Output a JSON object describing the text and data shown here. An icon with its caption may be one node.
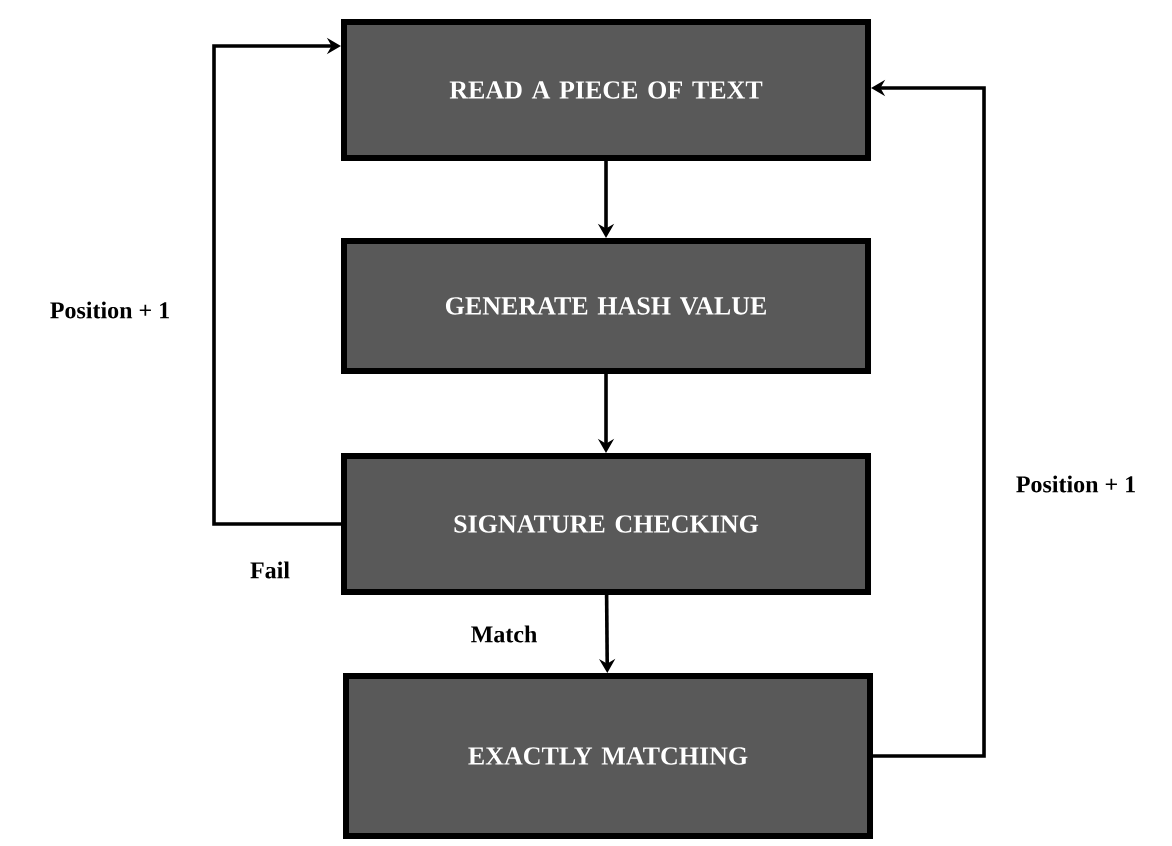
{
  "diagram": {
    "nodes": [
      {
        "text": [
          "READ A PIECE OF TEXT"
        ]
      },
      {
        "text": [
          "GENERATE HASH VALUE"
        ]
      },
      {
        "text": [
          "SIGNATURE CHECKING"
        ]
      },
      {
        "text": [
          "EXACTLY MATCHING"
        ]
      }
    ],
    "edges": [
      {
        "from": 0,
        "to": 1,
        "arrow": "to"
      },
      {
        "from": 1,
        "to": 2,
        "arrow": "to"
      },
      {
        "from": 2,
        "to": 3,
        "arrow": "to",
        "label": "Match"
      },
      {
        "from": 2,
        "to": 0,
        "arrow": "to",
        "label": "Fail"
      },
      {
        "from": 3,
        "to": 0,
        "arrow": "to"
      }
    ],
    "labels": [
      "Position + 1",
      "Position + 1"
    ]
  }
}
